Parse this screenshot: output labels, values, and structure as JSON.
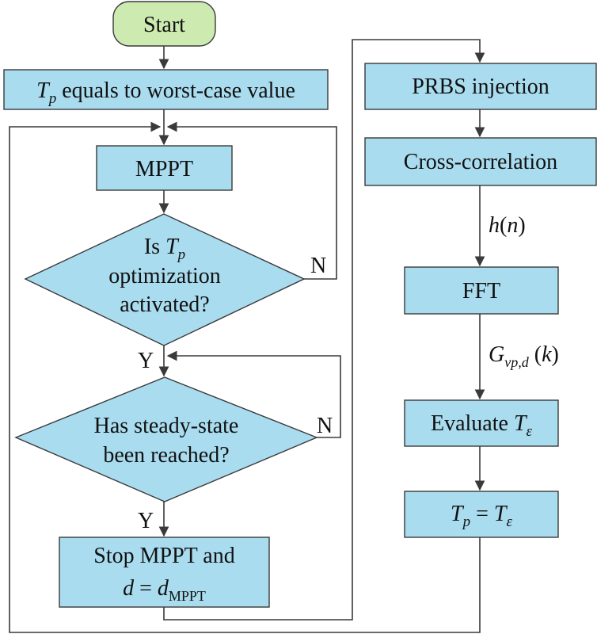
{
  "nodes": {
    "start": "Start",
    "tp_init": {
      "var": "T",
      "sub": "p",
      "rest": " equals to worst-case value"
    },
    "mppt": "MPPT",
    "decision1": {
      "line1_pre": "Is ",
      "var": "T",
      "sub": "p",
      "line2": "optimization",
      "line3": "activated?"
    },
    "decision2": {
      "line1": "Has steady-state",
      "line2": "been reached?"
    },
    "stop": {
      "line1": "Stop MPPT and",
      "lhs": "d",
      "eq": " = ",
      "rhs": "d",
      "rhs_sub": "MPPT"
    },
    "prbs": "PRBS injection",
    "xcorr": "Cross-correlation",
    "fft": "FFT",
    "evaluate": {
      "pre": "Evaluate ",
      "var": "T",
      "sub": "ε"
    },
    "assign": {
      "lhs": "T",
      "lhs_sub": "p",
      "eq": " = ",
      "rhs": "T",
      "rhs_sub": "ε"
    }
  },
  "edge_labels": {
    "yes1": "Y",
    "no1": "N",
    "yes2": "Y",
    "no2": "N",
    "hn": {
      "var": "h",
      "arg": "n"
    },
    "g": {
      "var": "G",
      "sub": "vp,d",
      "arg": "k"
    }
  },
  "colors": {
    "process_fill": "#a9dcef",
    "start_fill": "#cdeab0",
    "stroke": "#3a3a3a"
  }
}
